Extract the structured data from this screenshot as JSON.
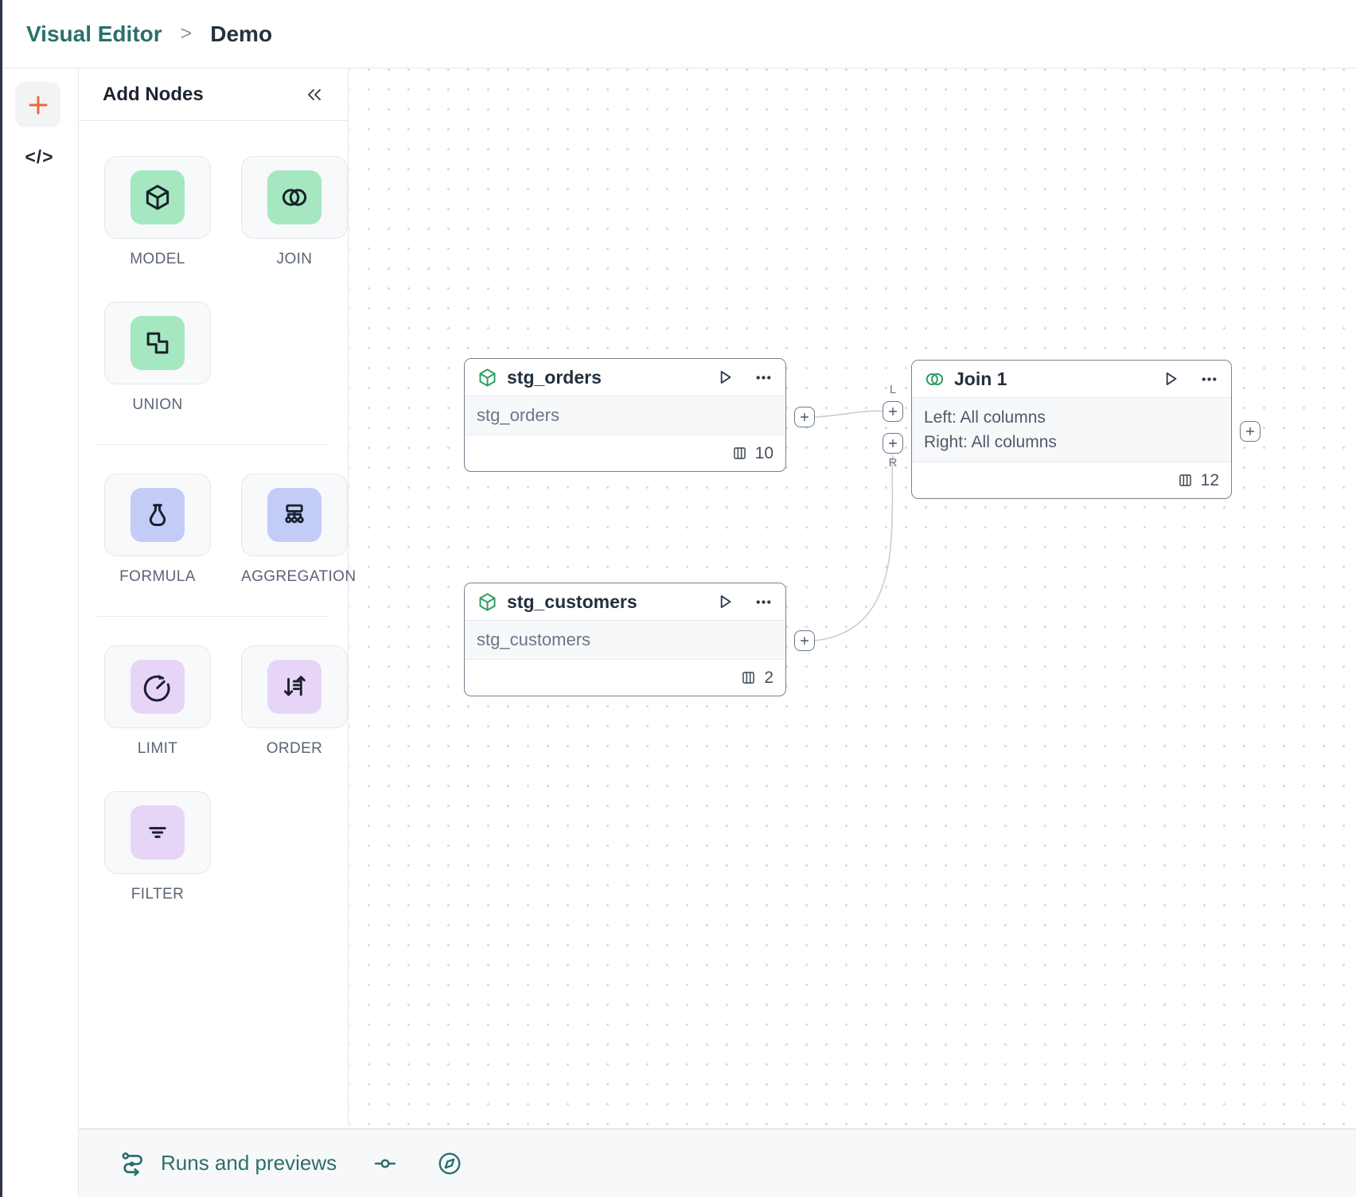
{
  "breadcrumb": {
    "section": "Visual Editor",
    "separator": ">",
    "page": "Demo"
  },
  "rail": {
    "code_glyph": "</>"
  },
  "palette": {
    "title": "Add Nodes",
    "groups": [
      {
        "items": [
          {
            "label": "MODEL",
            "icon": "cube-icon"
          },
          {
            "label": "JOIN",
            "icon": "join-circles-icon"
          },
          {
            "label": "UNION",
            "icon": "union-squares-icon"
          }
        ]
      },
      {
        "items": [
          {
            "label": "FORMULA",
            "icon": "flask-icon"
          },
          {
            "label": "AGGREGATION",
            "icon": "sitemap-icon"
          }
        ]
      },
      {
        "items": [
          {
            "label": "LIMIT",
            "icon": "gauge-icon"
          },
          {
            "label": "ORDER",
            "icon": "sort-arrows-icon"
          },
          {
            "label": "FILTER",
            "icon": "filter-lines-icon"
          }
        ]
      }
    ]
  },
  "canvas": {
    "nodes": [
      {
        "title": "stg_orders",
        "icon": "cube-icon",
        "body": "stg_orders",
        "column_count": "10"
      },
      {
        "title": "stg_customers",
        "icon": "cube-icon",
        "body": "stg_customers",
        "column_count": "2"
      },
      {
        "title": "Join 1",
        "icon": "join-circles-icon",
        "body_left": "Left: All columns",
        "body_right": "Right: All columns",
        "column_count": "12"
      }
    ],
    "port_labels": {
      "left": "L",
      "right": "R"
    }
  },
  "statusbar": {
    "runs_label": "Runs and previews"
  },
  "colors": {
    "teal": "#2b6f6b",
    "orange": "#f1683c",
    "tile_green": "#a5e7c1",
    "tile_blue": "#c3ccf7",
    "tile_purple": "#e7d5f7",
    "node_icon_green": "#2f9e63"
  }
}
